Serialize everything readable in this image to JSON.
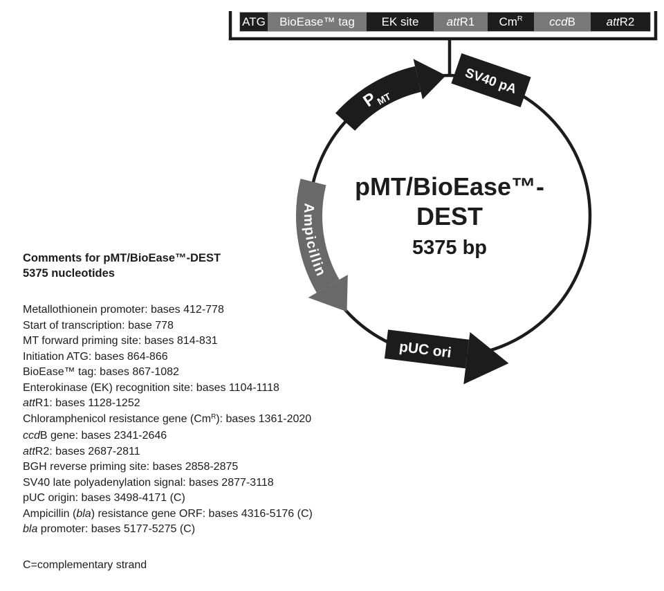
{
  "colors": {
    "ink": "#1c1c1c",
    "cassette_gray": "#787878",
    "ampicillin_gray": "#696969",
    "label_text": "#ffffff",
    "background": "#ffffff"
  },
  "cassette": {
    "items": [
      {
        "color": "dark",
        "label_segments": [
          {
            "t": "ATG"
          }
        ]
      },
      {
        "color": "gray",
        "label_segments": [
          {
            "t": "BioEase™ tag"
          }
        ]
      },
      {
        "color": "dark",
        "label_segments": [
          {
            "t": "EK site"
          }
        ]
      },
      {
        "color": "gray",
        "label_segments": [
          {
            "t": "att",
            "style": "it"
          },
          {
            "t": "R1"
          }
        ]
      },
      {
        "color": "dark",
        "label_segments": [
          {
            "t": "Cm"
          },
          {
            "t": "R",
            "style": "sup"
          }
        ]
      },
      {
        "color": "gray",
        "label_segments": [
          {
            "t": "ccd",
            "style": "it"
          },
          {
            "t": "B"
          }
        ]
      },
      {
        "color": "dark",
        "label_segments": [
          {
            "t": "att",
            "style": "it"
          },
          {
            "t": "R2"
          }
        ]
      }
    ]
  },
  "plasmid": {
    "name_line1": "pMT/BioEase™-",
    "name_line2": "DEST",
    "size": "5375 bp",
    "features": {
      "pmt_main": "P",
      "pmt_sub": "MT",
      "sv40": "SV40 pA",
      "ampicillin": "Ampicillin",
      "puc_ori": "pUC ori"
    }
  },
  "comments": {
    "title_line1": "Comments for pMT/BioEase™-DEST",
    "title_line2": "5375 nucleotides",
    "items": [
      {
        "segments": [
          {
            "t": "Metallothionein promoter: bases 412-778"
          }
        ]
      },
      {
        "segments": [
          {
            "t": "Start of transcription: base 778"
          }
        ]
      },
      {
        "segments": [
          {
            "t": "MT forward priming site: bases 814-831"
          }
        ]
      },
      {
        "segments": [
          {
            "t": "Initiation ATG: bases 864-866"
          }
        ]
      },
      {
        "segments": [
          {
            "t": "BioEase™ tag: bases 867-1082"
          }
        ]
      },
      {
        "segments": [
          {
            "t": "Enterokinase (EK) recognition site: bases 1104-1118"
          }
        ]
      },
      {
        "segments": [
          {
            "t": "att",
            "style": "it"
          },
          {
            "t": "R1: bases 1128-1252"
          }
        ]
      },
      {
        "segments": [
          {
            "t": "Chloramphenicol resistance gene (Cm"
          },
          {
            "t": "R",
            "style": "sup"
          },
          {
            "t": "): bases 1361-2020"
          }
        ]
      },
      {
        "segments": [
          {
            "t": "ccd",
            "style": "it"
          },
          {
            "t": "B gene: bases 2341-2646"
          }
        ]
      },
      {
        "segments": [
          {
            "t": "att",
            "style": "it"
          },
          {
            "t": "R2: bases 2687-2811"
          }
        ]
      },
      {
        "segments": [
          {
            "t": "BGH reverse priming site: bases 2858-2875"
          }
        ]
      },
      {
        "segments": [
          {
            "t": "SV40 late polyadenylation signal: bases 2877-3118"
          }
        ]
      },
      {
        "segments": [
          {
            "t": "pUC origin: bases 3498-4171 (C)"
          }
        ]
      },
      {
        "segments": [
          {
            "t": "Ampicillin ("
          },
          {
            "t": "bla",
            "style": "it"
          },
          {
            "t": ") resistance gene ORF: bases 4316-5176 (C)"
          }
        ]
      },
      {
        "segments": [
          {
            "t": "bla",
            "style": "it"
          },
          {
            "t": " promoter: bases 5177-5275 (C)"
          }
        ]
      }
    ],
    "footnote": "C=complementary strand"
  }
}
